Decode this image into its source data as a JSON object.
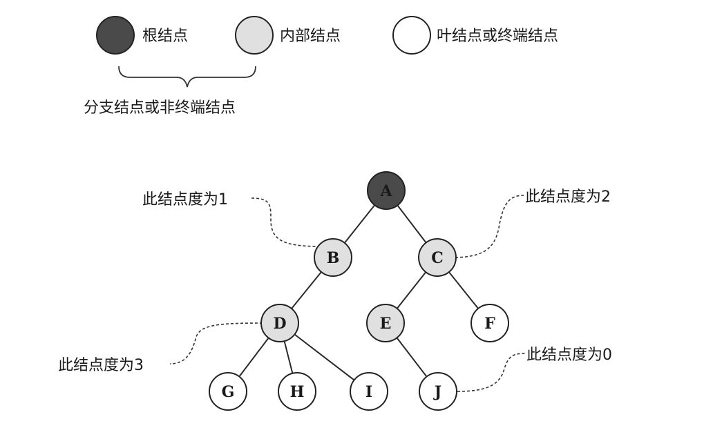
{
  "legend": {
    "items": [
      {
        "key": "root",
        "label": "根结点"
      },
      {
        "key": "internal",
        "label": "内部结点"
      },
      {
        "key": "leaf",
        "label": "叶结点或终端结点"
      }
    ],
    "brace_label": "分支结点或非终端结点"
  },
  "colors": {
    "root": "#4a4a4a",
    "internal": "#e0e0e0",
    "leaf": "#ffffff",
    "stroke": "#222222"
  },
  "tree": {
    "nodes": [
      {
        "id": "A",
        "label": "A",
        "type": "root"
      },
      {
        "id": "B",
        "label": "B",
        "type": "internal"
      },
      {
        "id": "C",
        "label": "C",
        "type": "internal"
      },
      {
        "id": "D",
        "label": "D",
        "type": "internal"
      },
      {
        "id": "E",
        "label": "E",
        "type": "internal"
      },
      {
        "id": "F",
        "label": "F",
        "type": "leaf"
      },
      {
        "id": "G",
        "label": "G",
        "type": "leaf"
      },
      {
        "id": "H",
        "label": "H",
        "type": "leaf"
      },
      {
        "id": "I",
        "label": "I",
        "type": "leaf"
      },
      {
        "id": "J",
        "label": "J",
        "type": "leaf"
      }
    ],
    "edges": [
      [
        "A",
        "B"
      ],
      [
        "A",
        "C"
      ],
      [
        "B",
        "D"
      ],
      [
        "C",
        "E"
      ],
      [
        "C",
        "F"
      ],
      [
        "D",
        "G"
      ],
      [
        "D",
        "H"
      ],
      [
        "D",
        "I"
      ],
      [
        "E",
        "J"
      ]
    ]
  },
  "annotations": [
    {
      "target": "B",
      "text": "此结点度为1"
    },
    {
      "target": "C",
      "text": "此结点度为2"
    },
    {
      "target": "D",
      "text": "此结点度为3"
    },
    {
      "target": "J",
      "text": "此结点度为0"
    }
  ]
}
